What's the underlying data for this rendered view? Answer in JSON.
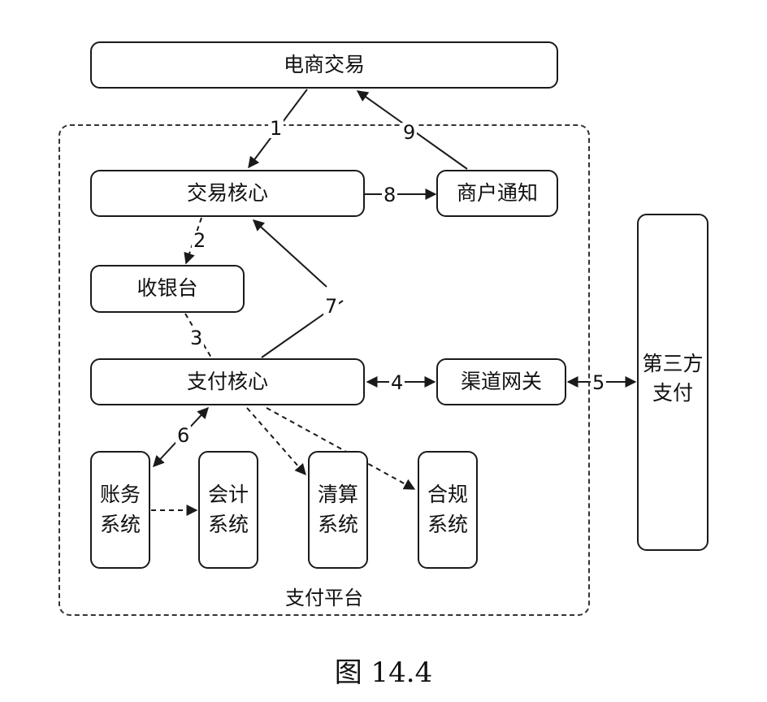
{
  "title_box": "电商交易",
  "platform": {
    "label": "支付平台",
    "boxes": {
      "trade_core": "交易核心",
      "merchant_notify": "商户通知",
      "cashier": "收银台",
      "payment_core": "支付核心",
      "channel_gateway": "渠道网关",
      "account_system": [
        "账务",
        "系统"
      ],
      "accounting_system": [
        "会计",
        "系统"
      ],
      "clearing_system": [
        "清算",
        "系统"
      ],
      "compliance_system": [
        "合规",
        "系统"
      ]
    }
  },
  "third_party": [
    "第三方",
    "支付"
  ],
  "steps": [
    "1",
    "2",
    "3",
    "4",
    "5",
    "6",
    "7",
    "8",
    "9"
  ],
  "caption": "图 14.4"
}
